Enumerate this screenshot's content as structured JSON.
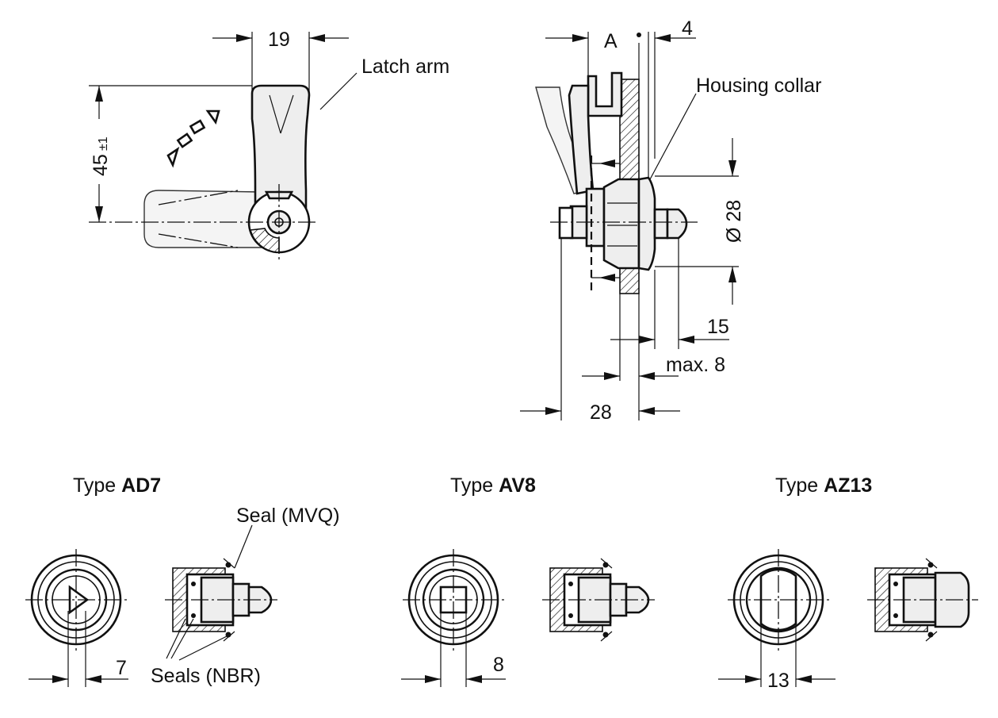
{
  "labels": {
    "latch_arm": "Latch arm",
    "housing_collar": "Housing collar",
    "view_a": "A",
    "seal_mvq": "Seal (MVQ)",
    "seals_nbr": "Seals (NBR)"
  },
  "dimensions": {
    "width_19": "19",
    "height_45": "45",
    "height_45_tol": "±1",
    "dim_4": "4",
    "diameter_28": "Ø 28",
    "dim_15": "15",
    "max_8": "max. 8",
    "dim_28": "28"
  },
  "types": [
    {
      "prefix": "Type ",
      "code": "AD7",
      "dim": "7"
    },
    {
      "prefix": "Type ",
      "code": "AV8",
      "dim": "8"
    },
    {
      "prefix": "Type ",
      "code": "AZ13",
      "dim": "13"
    }
  ]
}
